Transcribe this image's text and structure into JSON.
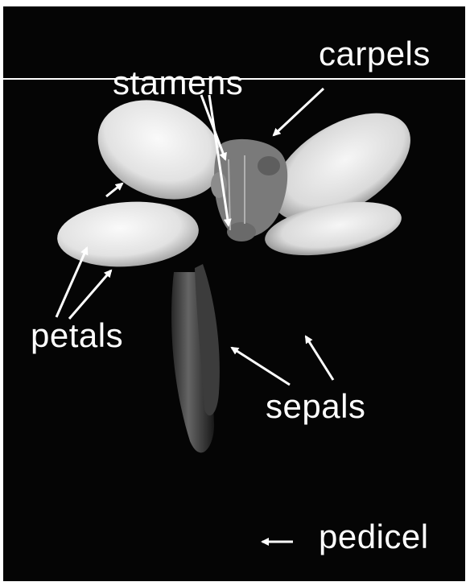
{
  "labels": {
    "carpels": "carpels",
    "stamens": "stamens",
    "petals": "petals",
    "sepals": "sepals",
    "pedicel": "pedicel"
  },
  "colors": {
    "background": "#050505",
    "label": "#ffffff",
    "petal": "#e9e9e9",
    "stamen": "#6f6f6f",
    "sepal": "#5a5a5a"
  }
}
